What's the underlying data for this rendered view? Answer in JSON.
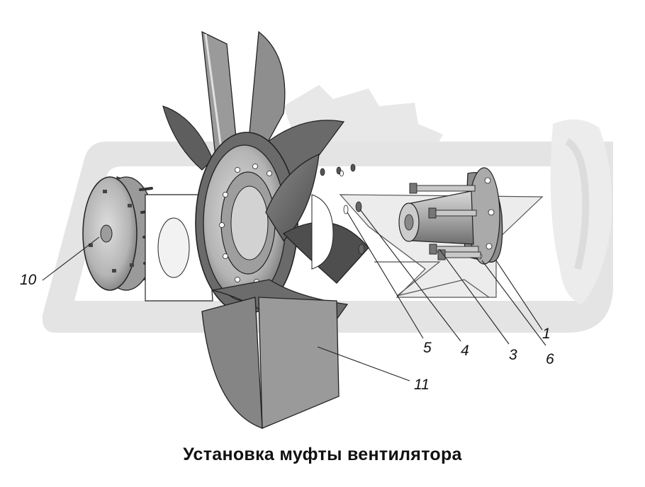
{
  "caption": "Установка муфты вентилятора",
  "callouts": {
    "c1": "1",
    "c3": "3",
    "c4": "4",
    "c5": "5",
    "c6": "6",
    "c10": "10",
    "c11": "11"
  },
  "colors": {
    "watermark": "#e6e6e6",
    "watermark_dark": "#d6d6d6",
    "part_light": "#c4c4c4",
    "part_mid": "#8e8e8e",
    "part_dark": "#5a5a5a",
    "part_darkest": "#3c3c3c",
    "line": "#222222"
  }
}
